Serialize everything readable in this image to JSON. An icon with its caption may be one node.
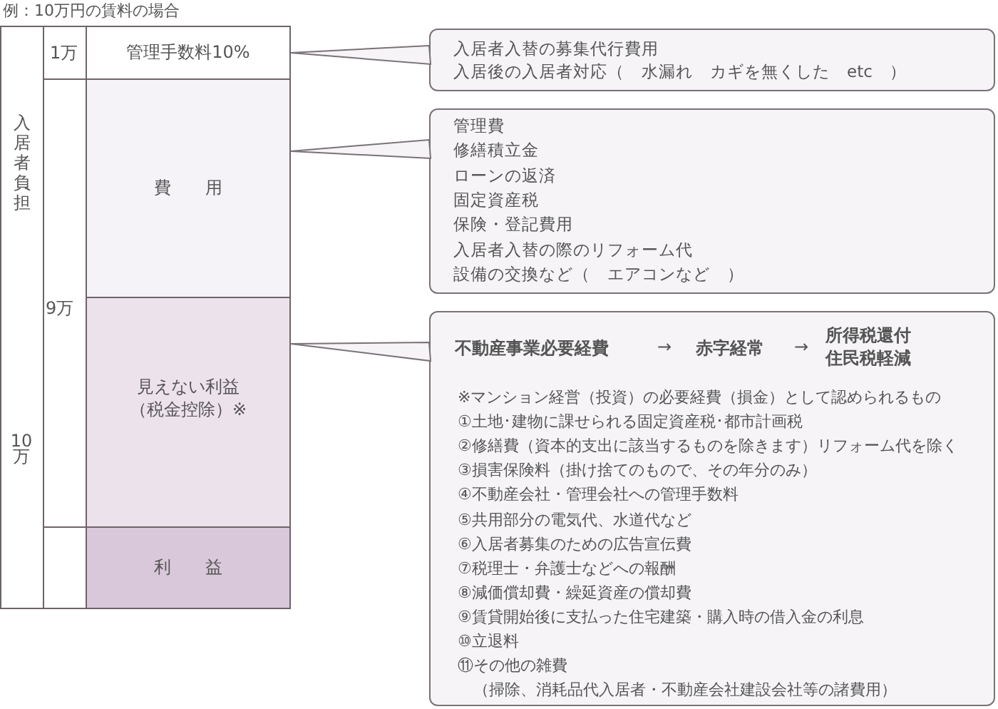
{
  "diagram": {
    "title": "例：10万円の賃料の場合",
    "nodes": [
      {
        "text": [
          "入居者負担",
          "10万"
        ]
      },
      {
        "text": [
          "1万"
        ]
      },
      {
        "text": [
          "9万"
        ]
      },
      {
        "text": [],
        "shape": "box"
      },
      {
        "text": [
          "管理手数料10%"
        ]
      },
      {
        "text": [
          "費　　用"
        ]
      },
      {
        "text": [
          "見えない利益（税金控除）※"
        ]
      },
      {
        "text": [
          "利　　益"
        ]
      },
      {
        "text": [
          "入居者入替の募集代行費用",
          "入居後の入居者対応（　水漏れ　カギを無くした　etc　）"
        ]
      },
      {
        "text": [
          "管理費",
          "修繕積立金",
          "ローンの返済",
          "固定資産税",
          "保険・登記費用",
          "入居者入替の際のリフォーム代",
          "設備の交換など（　エアコンなど　）"
        ]
      },
      {
        "text": [
          "不動産事業必要経費",
          "→",
          "赤字経常",
          "→",
          "所得税還付住民税軽減",
          "※マンション経営（投資）の必要経費（損金）として認められるもの",
          "①土地･建物に課せられる固定資産税･都市計画税",
          "②修繕費（資本的支出に該当するものを除きます）リフォーム代を除く",
          "③損害保険料（掛け捨てのもので、その年分のみ）",
          "④不動産会社・管理会社への管理手数料",
          "⑤共用部分の電気代、水道代など",
          "⑥入居者募集のための広告宣伝費",
          "⑦税理士・弁護士などへの報酬",
          "⑧減価償却費・繰延資産の償却費",
          "⑨賃貸開始後に支払った住宅建築・購入時の借入金の利息",
          "⑩立退料",
          "⑪その他の雑費",
          "（掃除、消耗品代入居者・不動産会社建設会社等の諸費用）"
        ]
      }
    ],
    "edges": [
      {
        "from": 4,
        "to": 8,
        "arrow": "none"
      },
      {
        "from": 5,
        "to": 9,
        "arrow": "none"
      },
      {
        "from": 6,
        "to": 10,
        "arrow": "none"
      }
    ]
  }
}
